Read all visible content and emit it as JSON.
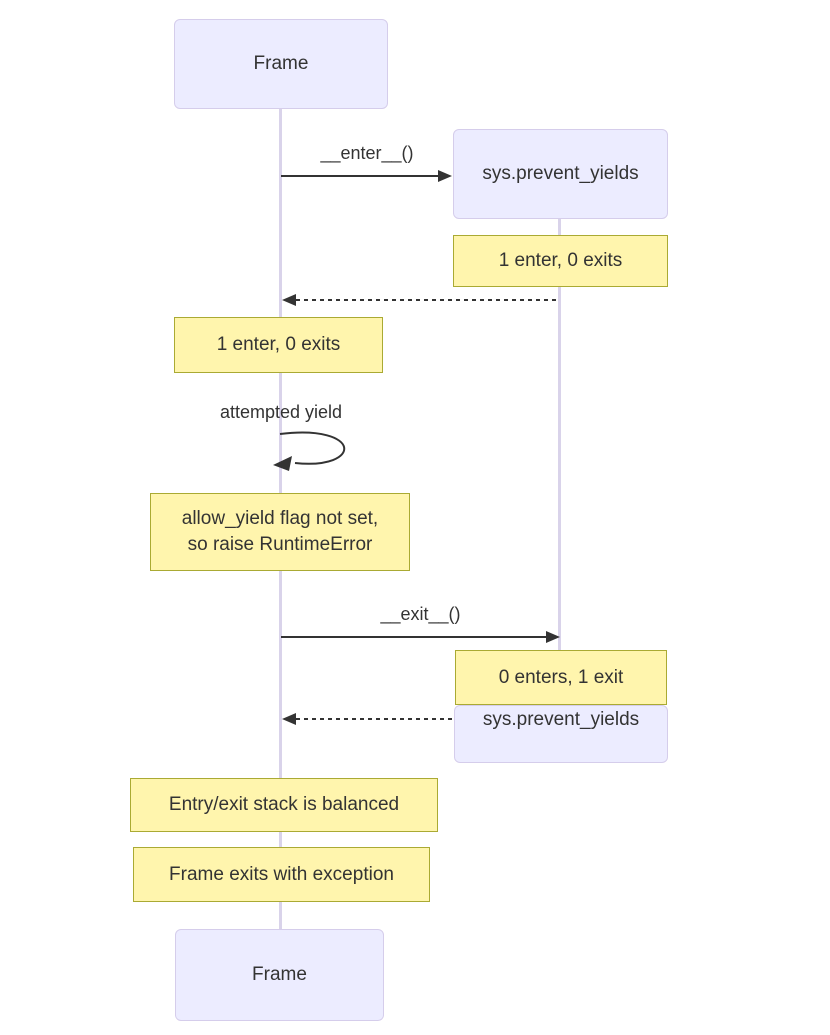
{
  "theme": {
    "background": "#ffffff",
    "actor_fill": "#ECECFF",
    "actor_border": "#d5cdeb",
    "note_fill": "#fff5ad",
    "note_border": "#aaaa33",
    "lifeline_color": "#d9d3ea",
    "line_color": "#333333",
    "text_color": "#333333"
  },
  "diagram_type": "sequence",
  "actors": {
    "frame": {
      "label": "Frame"
    },
    "sys": {
      "label": "sys.prevent_yields"
    }
  },
  "messages": {
    "enter": {
      "label": "__enter__()",
      "style": "solid-arrow"
    },
    "return_enter": {
      "label": "",
      "style": "dashed-arrow"
    },
    "attempted_yield": {
      "label": "attempted yield",
      "style": "self-loop"
    },
    "exit": {
      "label": "__exit__()",
      "style": "solid-arrow"
    },
    "return_exit": {
      "label": "",
      "style": "dashed-arrow"
    }
  },
  "notes": {
    "sys_enter": "1 enter, 0 exits",
    "frame_enter": "1 enter, 0 exits",
    "yield_error": "allow_yield flag not set,\nso raise RuntimeError",
    "sys_exit": "0 enters, 1 exit",
    "balanced": "Entry/exit stack is balanced",
    "exception": "Frame exits with exception"
  }
}
